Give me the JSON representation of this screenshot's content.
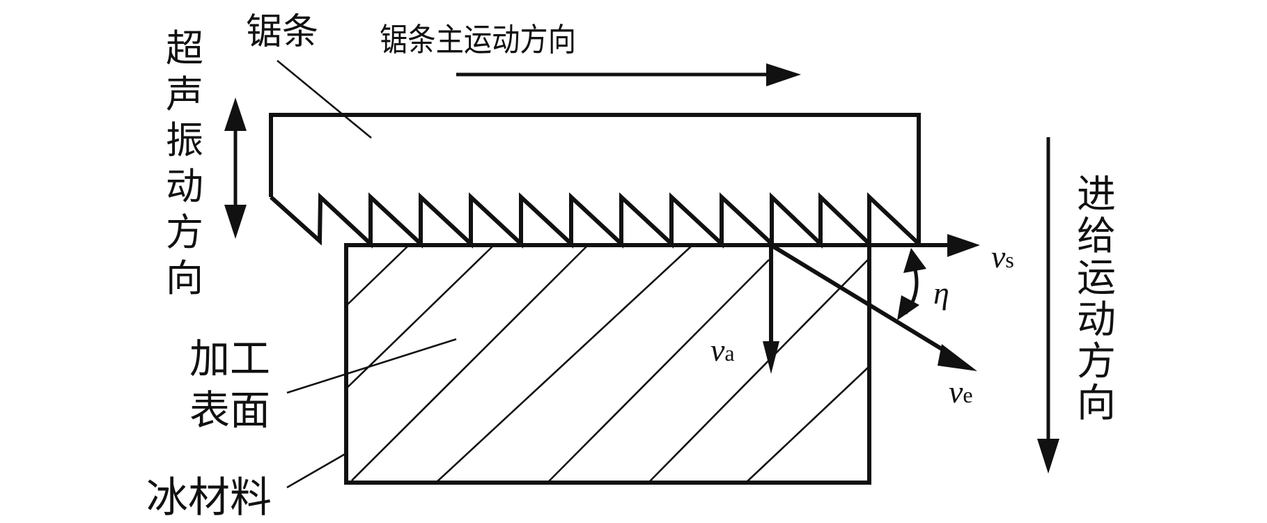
{
  "figure": {
    "title": "Ultrasonic vibration-assisted ice sawing schematic",
    "labels": {
      "saw_blade": "锯条",
      "main_motion_direction": "锯条主运动方向",
      "ultrasonic_vibration_direction": [
        "超",
        "声",
        "振",
        "动",
        "方",
        "向"
      ],
      "feed_motion_direction": [
        "进",
        "给",
        "运",
        "动",
        "方",
        "向"
      ],
      "machined_surface": [
        "加工",
        "表面"
      ],
      "ice_material": "冰材料"
    },
    "vectors": {
      "vs": {
        "symbol": "v",
        "subscript": "s"
      },
      "va": {
        "symbol": "v",
        "subscript": "a"
      },
      "ve": {
        "symbol": "v",
        "subscript": "e"
      },
      "angle": {
        "symbol": "η"
      }
    },
    "saw_teeth_count": 12,
    "hatch_line_count": 7
  }
}
